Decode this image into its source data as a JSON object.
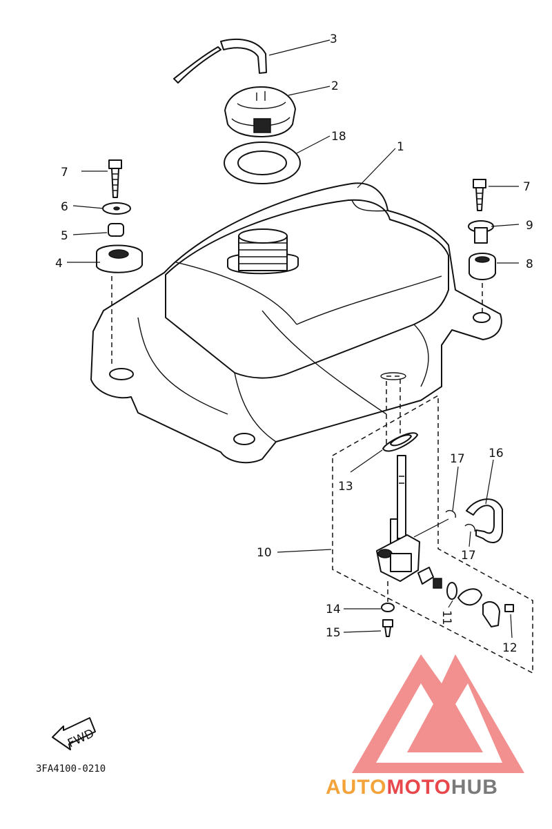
{
  "callouts": {
    "c1": "1",
    "c2": "2",
    "c3": "3",
    "c4": "4",
    "c5": "5",
    "c6": "6",
    "c7a": "7",
    "c7b": "7",
    "c8": "8",
    "c9": "9",
    "c10": "10",
    "c11": "11",
    "c12": "12",
    "c13": "13",
    "c14": "14",
    "c15": "15",
    "c16": "16",
    "c17a": "17",
    "c17b": "17",
    "c18": "18"
  },
  "fwd_label": "FWD",
  "drawing_code": "3FA4100-0210",
  "watermark": {
    "part1": "AUTO",
    "part2": "MOTO",
    "part3": "HUB",
    "color1": "#f4a23a",
    "color2": "#e8474b",
    "color3": "#7a7a7a",
    "logo_color": "#f07c7c"
  }
}
